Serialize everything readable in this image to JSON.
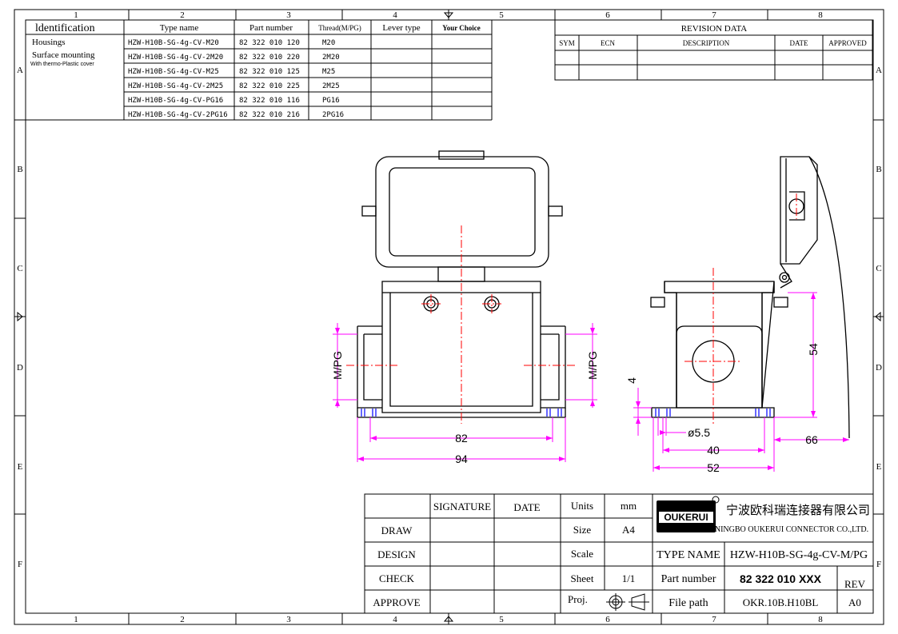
{
  "grid": {
    "cols": [
      "1",
      "2",
      "3",
      "4",
      "5",
      "6",
      "7",
      "8"
    ],
    "rows": [
      "A",
      "B",
      "C",
      "D",
      "E",
      "F"
    ]
  },
  "parts_table": {
    "headers": [
      "ldentification",
      "Type name",
      "Part number",
      "Thread(M/PG)",
      "Lever type",
      "Your Choice"
    ],
    "identification": [
      "Housings",
      "Surface mounting",
      "With thermo-Plastic cover"
    ],
    "rows": [
      {
        "type": "HZW-H10B-SG-4g-CV-M20",
        "part": "82 322 010 120",
        "thread": "M20"
      },
      {
        "type": "HZW-H10B-SG-4g-CV-2M20",
        "part": "82 322 010 220",
        "thread": "2M20"
      },
      {
        "type": "HZW-H10B-SG-4g-CV-M25",
        "part": "82 322 010 125",
        "thread": "M25"
      },
      {
        "type": "HZW-H10B-SG-4g-CV-2M25",
        "part": "82 322 010 225",
        "thread": "2M25"
      },
      {
        "type": "HZW-H10B-SG-4g-CV-PG16",
        "part": "82 322 010 116",
        "thread": "PG16"
      },
      {
        "type": "HZW-H10B-SG-4g-CV-2PG16",
        "part": "82 322 010 216",
        "thread": "2PG16"
      }
    ]
  },
  "revision": {
    "title": "REVISION   DATA",
    "headers": [
      "SYM",
      "ECN",
      "DESCRIPTION",
      "DATE",
      "APPROVED"
    ]
  },
  "dimensions": {
    "d82": "82",
    "d94": "94",
    "d40": "40",
    "d52": "52",
    "d54": "54",
    "d66": "66",
    "d4": "4",
    "d55": "ø5.5",
    "thread_left": "M/PG",
    "thread_right": "M/PG"
  },
  "title_block": {
    "signature": "SIGNATURE",
    "date": "DATE",
    "roles": [
      "DRAW",
      "DESIGN",
      "CHECK",
      "APPROVE"
    ],
    "units_label": "Units",
    "units": "mm",
    "size_label": "Size",
    "size": "A4",
    "scale_label": "Scale",
    "scale": "",
    "sheet_label": "Sheet",
    "sheet": "1/1",
    "proj_label": "Proj.",
    "company_cn": "宁波欧科瑞连接器有限公司",
    "company_en": "NINGBO OUKERUI CONNECTOR CO.,LTD.",
    "logo": "OUKERUI",
    "type_name_label": "TYPE NAME",
    "type_name": "HZW-H10B-SG-4g-CV-M/PG",
    "part_number_label": "Part number",
    "part_number": "82 322 010 XXX",
    "rev_label": "REV",
    "file_path_label": "File path",
    "file_path": "OKR.10B.H10BL",
    "rev": "A0"
  },
  "colors": {
    "line": "#000000",
    "center": "#ff0000",
    "dimension": "#ff00ff",
    "thread": "#0000ff"
  }
}
